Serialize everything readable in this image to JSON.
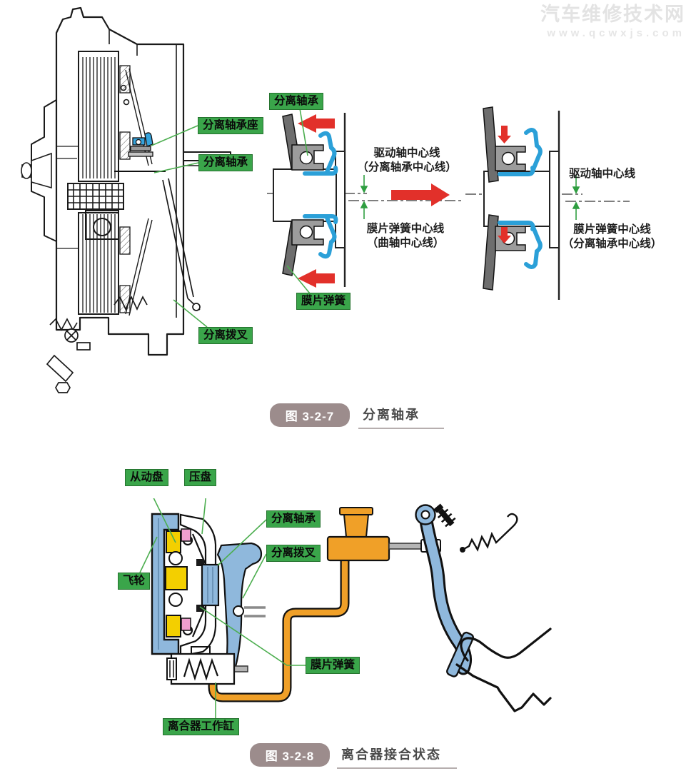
{
  "watermark": {
    "title": "汽车维修技术网",
    "url": "www.qcwxjs.com"
  },
  "figure1": {
    "labels": {
      "release_bearing_seat": "分离轴承座",
      "release_bearing_left": "分离轴承",
      "release_fork": "分离拨叉",
      "release_bearing_mid": "分离轴承",
      "diaphragm_spring": "膜片弹簧"
    },
    "notes": {
      "drive_line1": "驱动轴中心线",
      "drive_line2": "（分离轴承中心线）",
      "diaph_line1": "膜片弹簧中心线",
      "diaph_line2": "（曲轴中心线）",
      "right_drive": "驱动轴中心线",
      "right_diaph_line1": "膜片弹簧中心线",
      "right_diaph_line2": "（分离轴承中心线）"
    },
    "caption": {
      "badge": "图 3-2-7",
      "title": "分离轴承"
    }
  },
  "figure2": {
    "labels": {
      "driven_disc": "从动盘",
      "pressure_plate": "压盘",
      "release_bearing": "分离轴承",
      "release_fork": "分离拨叉",
      "flywheel": "飞轮",
      "diaphragm_spring": "膜片弹簧",
      "clutch_slave_cylinder": "离合器工作缸"
    },
    "caption": {
      "badge": "图 3-2-8",
      "title": "离合器接合状态"
    }
  },
  "colors": {
    "label_green": "#3aa54a",
    "arrow_red": "#e2302a",
    "dimension_green": "#2f9e41",
    "part_blue": "#8fb8dc",
    "spring_blue": "#2ba0d8",
    "part_yellow": "#f3cf00",
    "part_pink": "#ef9fce",
    "pipe_orange": "#f0a028",
    "badge_taupe": "#9c8c8c"
  }
}
